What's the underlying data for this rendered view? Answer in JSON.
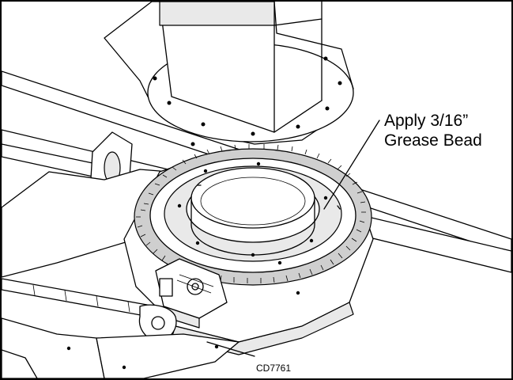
{
  "callout": {
    "line1": "Apply 3/16”",
    "line2": "Grease Bead"
  },
  "figure_id": "CD7761"
}
